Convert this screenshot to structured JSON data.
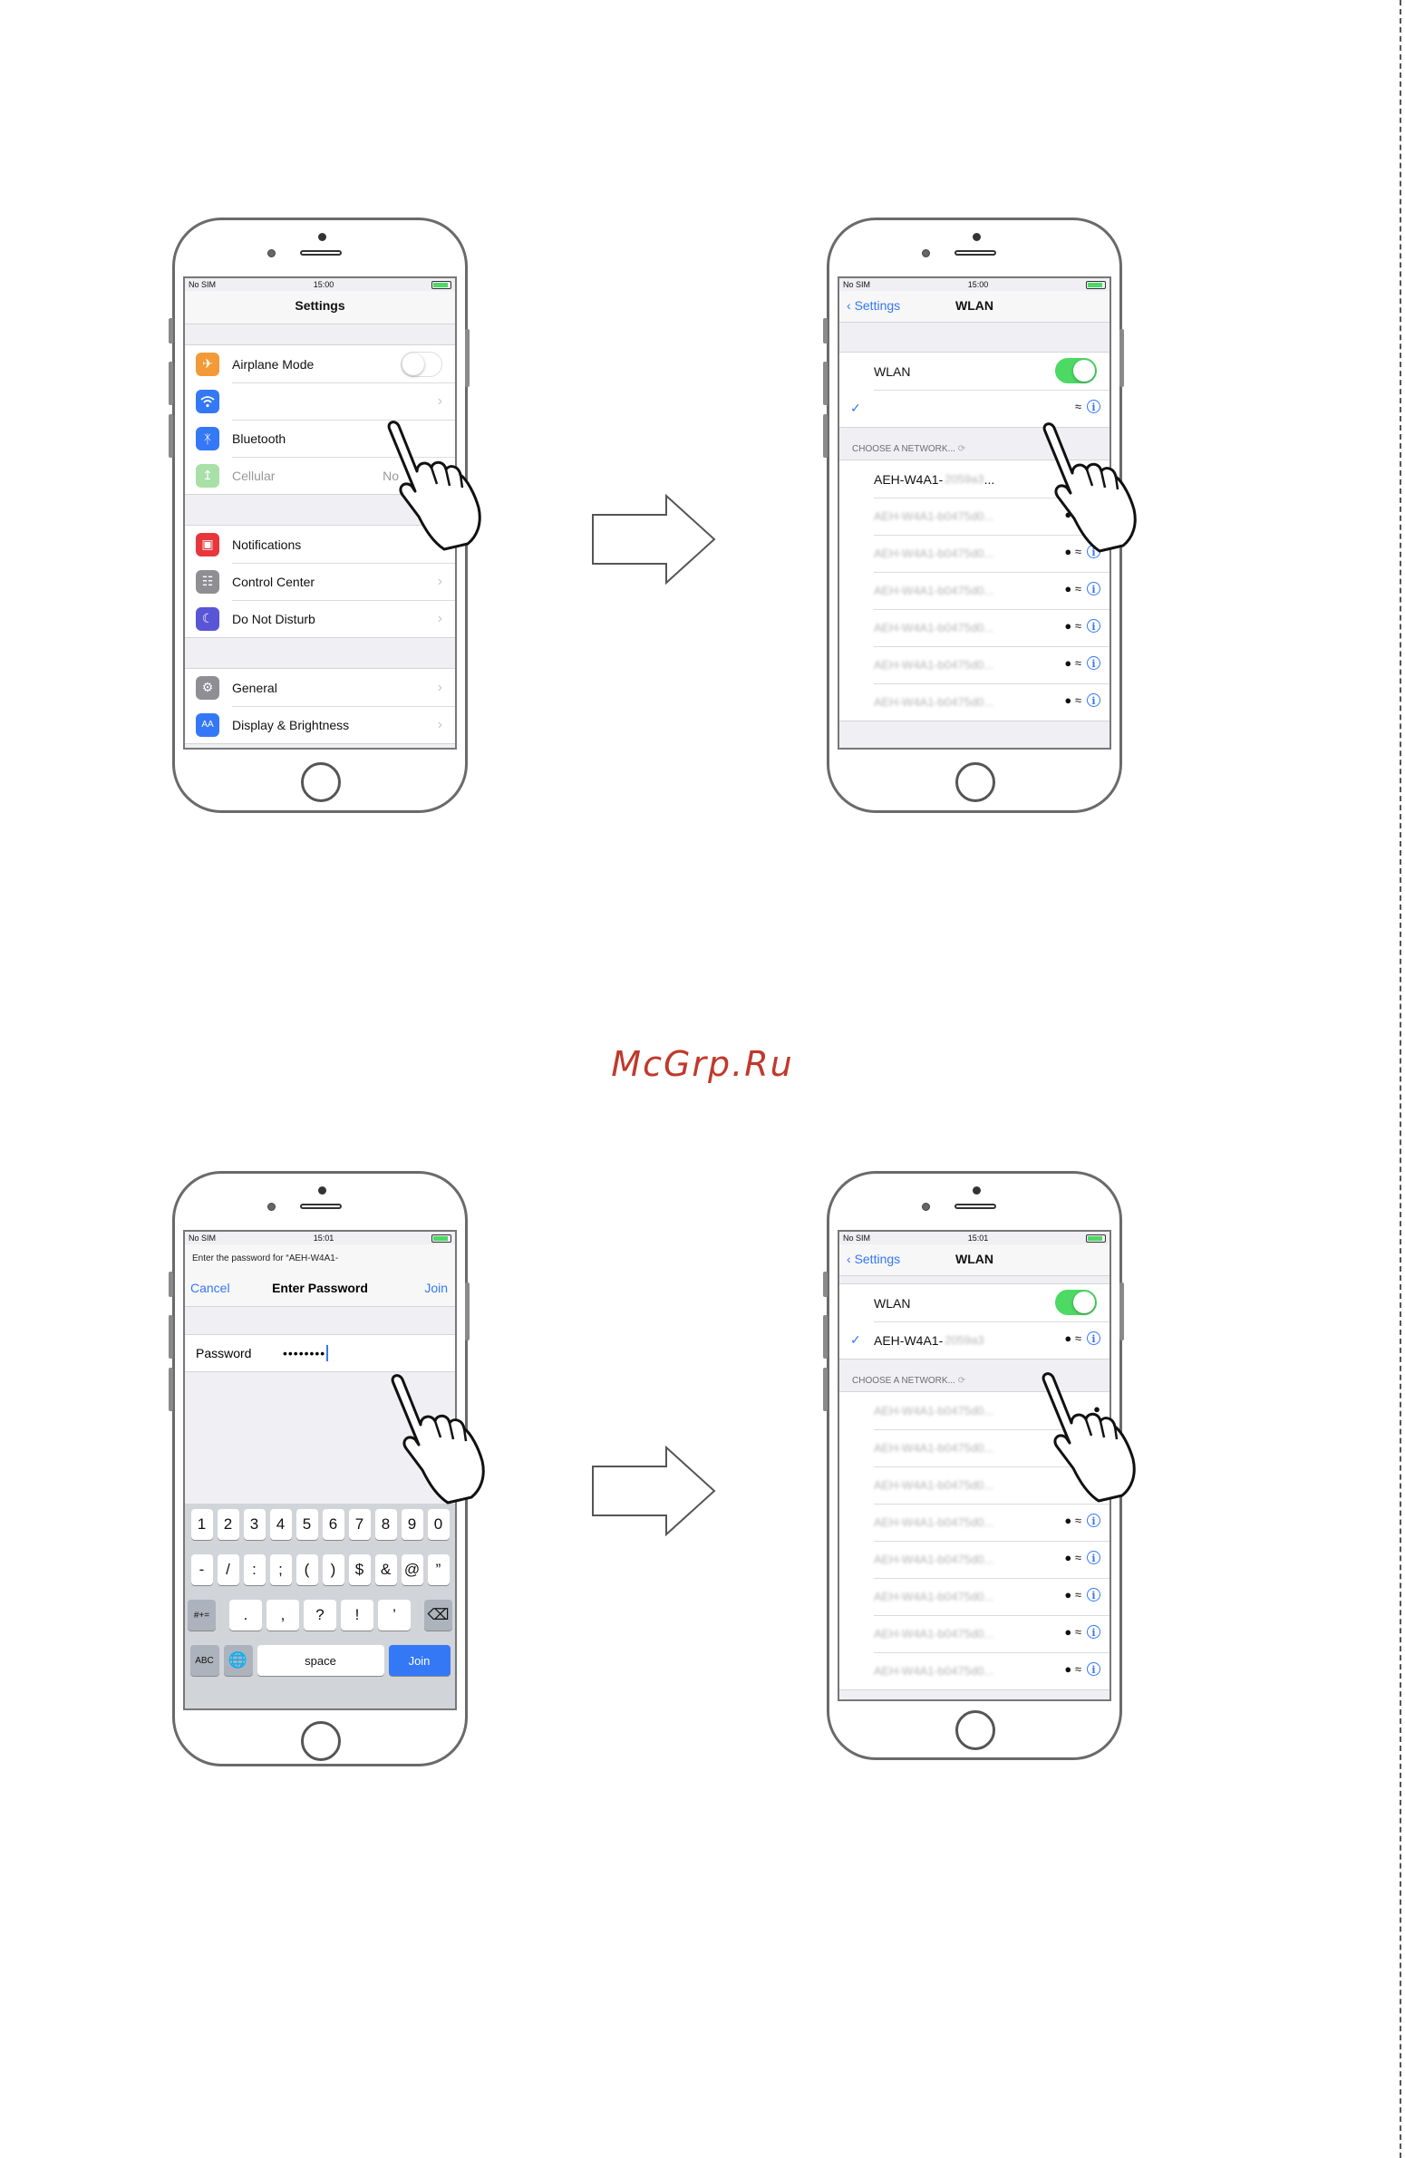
{
  "watermark": "McGrp.Ru",
  "status_bar": {
    "carrier": "No SIM",
    "time_1500": "15:00",
    "time_1501": "15:01"
  },
  "settings_screen": {
    "title": "Settings",
    "items": [
      {
        "label": "Airplane Mode",
        "icon": "airplane-icon",
        "color": "#f19a37"
      },
      {
        "label": "",
        "icon": "wifi-icon",
        "color": "#3478f6"
      },
      {
        "label": "Bluetooth",
        "icon": "bluetooth-icon",
        "color": "#3478f6"
      },
      {
        "label": "Cellular",
        "value": "No",
        "icon": "cellular-icon",
        "color": "#4cd964"
      },
      {
        "label": "Notifications",
        "icon": "notifications-icon",
        "color": "#e8363b"
      },
      {
        "label": "Control Center",
        "icon": "control-center-icon",
        "color": "#8e8e93"
      },
      {
        "label": "Do Not Disturb",
        "icon": "moon-icon",
        "color": "#5856d6"
      },
      {
        "label": "General",
        "icon": "gear-icon",
        "color": "#8e8e93"
      },
      {
        "label": "Display & Brightness",
        "icon": "display-icon",
        "color": "#3478f6"
      }
    ]
  },
  "wlan_screen": {
    "back_label": "Settings",
    "title": "WLAN",
    "toggle_label": "WLAN",
    "section_header": "CHOOSE A NETWORK...",
    "network_name": "AEH-W4A1-",
    "network_blurred": "AEH-W4A1-b0475d0...",
    "info_glyph": "i",
    "ellipsis": "..."
  },
  "password_screen": {
    "prompt": "Enter the password for “AEH-W4A1-",
    "cancel_label": "Cancel",
    "title": "Enter Password",
    "join_label": "Join",
    "field_label": "Password",
    "field_value": "••••••••",
    "keyboard": {
      "row1": [
        "1",
        "2",
        "3",
        "4",
        "5",
        "6",
        "7",
        "8",
        "9",
        "0"
      ],
      "row2": [
        "-",
        "/",
        ":",
        ";",
        "(",
        ")",
        "$",
        "&",
        "@",
        "”"
      ],
      "row3": [
        ".",
        ",",
        "?",
        "!",
        "’"
      ],
      "shift_label": "#+=",
      "abc_label": "ABC",
      "space_label": "space",
      "join_label": "Join"
    }
  }
}
